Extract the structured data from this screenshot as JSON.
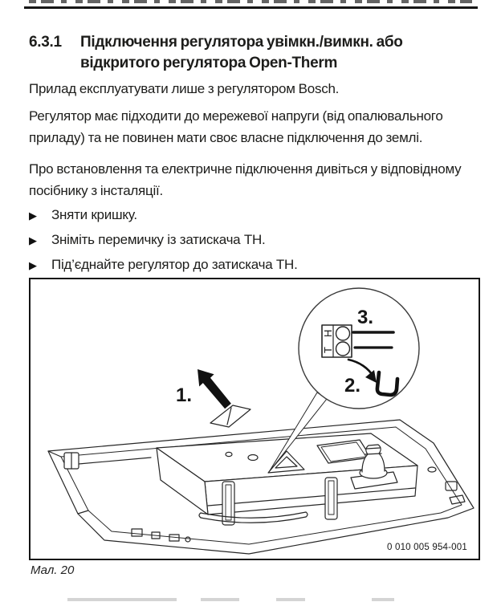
{
  "section": {
    "number": "6.3.1",
    "title": "Підключення регулятора увімкн./вимкн. або відкритого регулятора Open-Therm"
  },
  "paragraphs": [
    "Прилад експлуатувати лише з регулятором Bosch.",
    "Регулятор має підходити до мережевої напруги (від опалювального приладу) та не повинен мати своє власне підключення до землі.",
    "Про встановлення та електричне підключення дивіться у відповідному посібнику з інсталяції."
  ],
  "steps": {
    "marker": "▶",
    "items": [
      "Зняти кришку.",
      "Зніміть перемичку із затискача TH.",
      "Під’єднайте регулятор до затискача TH."
    ]
  },
  "figure": {
    "caption": "Мал. 20",
    "part_code": "0 010 005 954-001",
    "callout_1": "1.",
    "callout_2": "2.",
    "callout_3": "3.",
    "terminal_top": "H",
    "terminal_bottom": "T"
  },
  "colors": {
    "ink": "#1d1d1b",
    "line": "#262626"
  }
}
